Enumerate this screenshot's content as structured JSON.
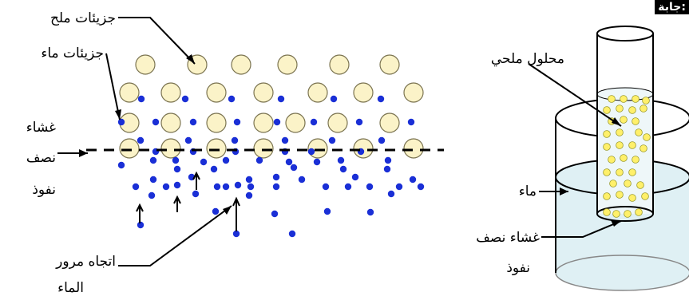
{
  "labels": {
    "salt_particles": "جزيئات ملح",
    "water_particles": "جزيئات ماء",
    "membrane_line1": "غشاء",
    "membrane_line2": "نصف",
    "membrane_line3": "نفوذ",
    "flow_line1": "اتجاه مرور",
    "flow_line2": "الماء",
    "saline_solution": "محلول ملحي",
    "water": "ماء",
    "beaker_membrane_line1": "غشاء نصف",
    "beaker_membrane_line2": "نفوذ",
    "corner": "جابة:"
  },
  "colors": {
    "salt": "#fbf3c8",
    "salt_stroke": "#7a7350",
    "water_dot": "#1a2fd6",
    "beaker_water": "#dff0f4",
    "tube_dot": "#fff06a",
    "tube_dot_stroke": "#9a9a2a"
  }
}
